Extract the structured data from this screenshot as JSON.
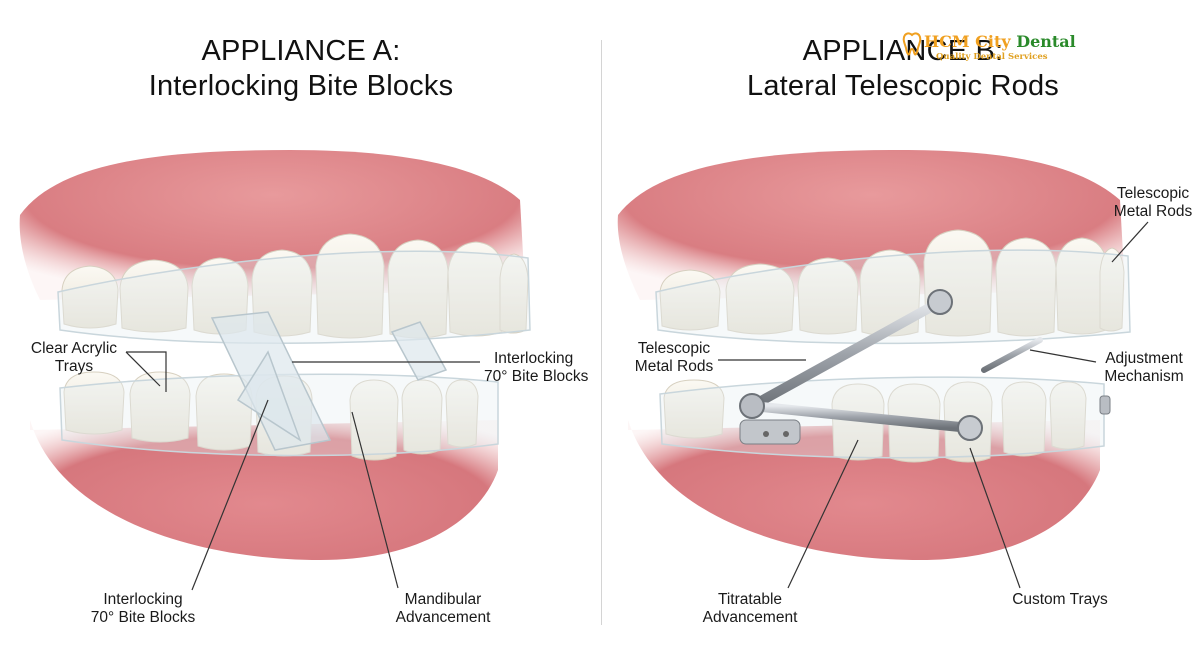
{
  "panel_a": {
    "title_line1": "APPLIANCE A:",
    "title_line2": "Interlocking Bite Blocks",
    "labels": {
      "clear_trays": [
        "Clear Acrylic",
        "Trays"
      ],
      "bite_blocks_right": [
        "Interlocking",
        "70° Bite Blocks"
      ],
      "bite_blocks_bottom": [
        "Interlocking",
        "70° Bite Blocks"
      ],
      "mandibular": [
        "Mandibular",
        "Advancement"
      ]
    }
  },
  "panel_b": {
    "title_line1": "APPLIANCE B:",
    "title_line2": "Lateral Telescopic Rods",
    "labels": {
      "telescopic_top": [
        "Telescopic",
        "Metal Rods"
      ],
      "telescopic_left": [
        "Telescopic",
        "Metal Rods"
      ],
      "adjustment": [
        "Adjustment",
        "Mechanism"
      ],
      "titratable": [
        "Titratable",
        "Advancement"
      ],
      "custom_trays": [
        "Custom Trays"
      ]
    }
  },
  "logo": {
    "brand_prefix": "HCM City",
    "brand_suffix": " Dental",
    "tagline": "Quality Dental Services"
  },
  "colors": {
    "gum": "#d9858a",
    "gum_light": "#efb8ba",
    "tooth": "#f3efe6",
    "tray": "#dfe8ec",
    "metal": "#a9adb3",
    "brand_green": "#2a8a2a",
    "brand_orange": "#f0a020"
  }
}
